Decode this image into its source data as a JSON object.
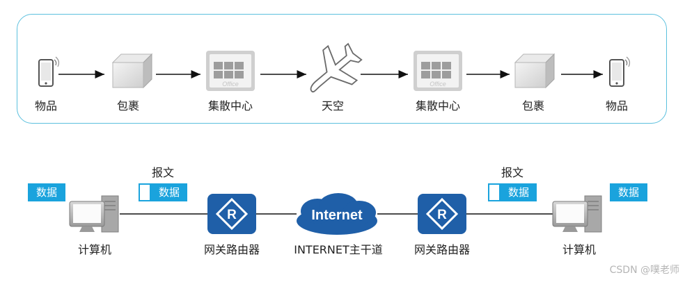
{
  "top_flow": {
    "nodes": [
      {
        "label": "物品",
        "icon": "phone-icon"
      },
      {
        "label": "包裹",
        "icon": "box-icon"
      },
      {
        "label": "集散中心",
        "icon": "office-icon",
        "icon_text": "Office"
      },
      {
        "label": "天空",
        "icon": "airplane-icon"
      },
      {
        "label": "集散中心",
        "icon": "office-icon",
        "icon_text": "Office"
      },
      {
        "label": "包裹",
        "icon": "box-icon"
      },
      {
        "label": "物品",
        "icon": "phone-icon"
      }
    ]
  },
  "bottom_flow": {
    "left_data": "数据",
    "right_data": "数据",
    "left_packet": {
      "title": "报文",
      "payload": "数据"
    },
    "right_packet": {
      "title": "报文",
      "payload": "数据"
    },
    "nodes": [
      {
        "label": "计算机",
        "icon": "computer-icon"
      },
      {
        "label": "网关路由器",
        "icon": "router-icon"
      },
      {
        "label": "INTERNET主干道",
        "icon": "internet-cloud-icon",
        "icon_text": "Internet"
      },
      {
        "label": "网关路由器",
        "icon": "router-icon"
      },
      {
        "label": "计算机",
        "icon": "computer-icon"
      }
    ]
  },
  "colors": {
    "accent": "#1aa3dd",
    "router": "#1f5fa8",
    "cloud": "#1f5fa8",
    "panel_border": "#5bc0de"
  },
  "watermark": "CSDN @噗老师"
}
